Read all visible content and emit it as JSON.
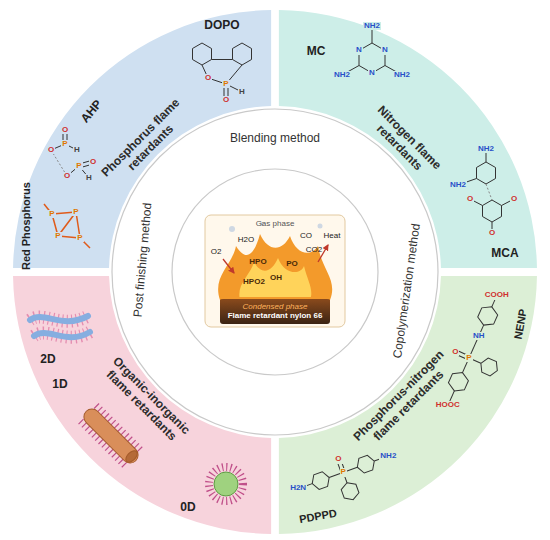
{
  "diagram": {
    "nodes": [
      {
        "text": [
          "Phosphorus flame retardants"
        ]
      },
      {
        "text": [
          "Nitrogen flame retardants"
        ]
      },
      {
        "text": [
          "Organic-inorganic flame retardants"
        ]
      },
      {
        "text": [
          "Phosphorus-nitrogen flame retardants"
        ]
      },
      {
        "text": [
          "Blending method",
          "Copolymerization method",
          "Post finishing method"
        ]
      },
      {
        "text": [
          "Condensed phase",
          "Flame retardant nylon 66"
        ],
        "in": 4
      }
    ],
    "labels": [
      "DOPO",
      "AHP",
      "Red Phosphorus",
      "MC",
      "MCA",
      "NENP",
      "PDPPD",
      "2D",
      "1D",
      "0D",
      "Gas phase",
      "CO",
      "H2O",
      "CO2",
      "O2",
      "Heat",
      "HPO",
      "PO",
      "OH",
      "HPO2",
      "O",
      "P",
      "H",
      "O",
      "P",
      "O",
      "O",
      "H",
      "P",
      "O",
      "O",
      "H",
      "P",
      "P",
      "P",
      "P",
      "N",
      "N",
      "N",
      "NH2",
      "NH2",
      "NH2",
      "NH2",
      "NH2",
      "O",
      "O",
      "O",
      "HOOC",
      "P",
      "O",
      "NH",
      "COOH",
      "H2N",
      "P",
      "O",
      "NH2"
    ]
  }
}
